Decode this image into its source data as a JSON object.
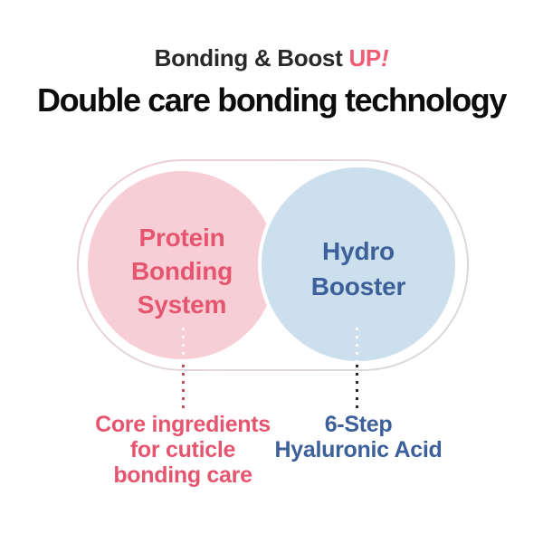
{
  "header": {
    "subtitle_text": "Bonding & Boost",
    "subtitle_accent": "UP",
    "subtitle_accent_punct": "!",
    "title": "Double care bonding technology"
  },
  "diagram": {
    "left_circle": {
      "lines": [
        "Protein",
        "Bonding",
        "System"
      ],
      "fill_color": "#f7cdd6",
      "text_color": "#e6556f"
    },
    "right_circle": {
      "lines": [
        "Hydro",
        "Booster"
      ],
      "fill_color": "#ccdfed",
      "text_color": "#3d5f9a"
    },
    "left_caption": {
      "lines": [
        "Core ingredients",
        "for cuticle",
        "bonding care"
      ],
      "text_color": "#e6556f",
      "dot_color": "#c44f60"
    },
    "right_caption": {
      "lines": [
        "6-Step",
        "Hyaluronic Acid"
      ],
      "text_color": "#3d5f9a",
      "dot_color": "#26262a"
    },
    "accent_color": "#ee5d74"
  }
}
